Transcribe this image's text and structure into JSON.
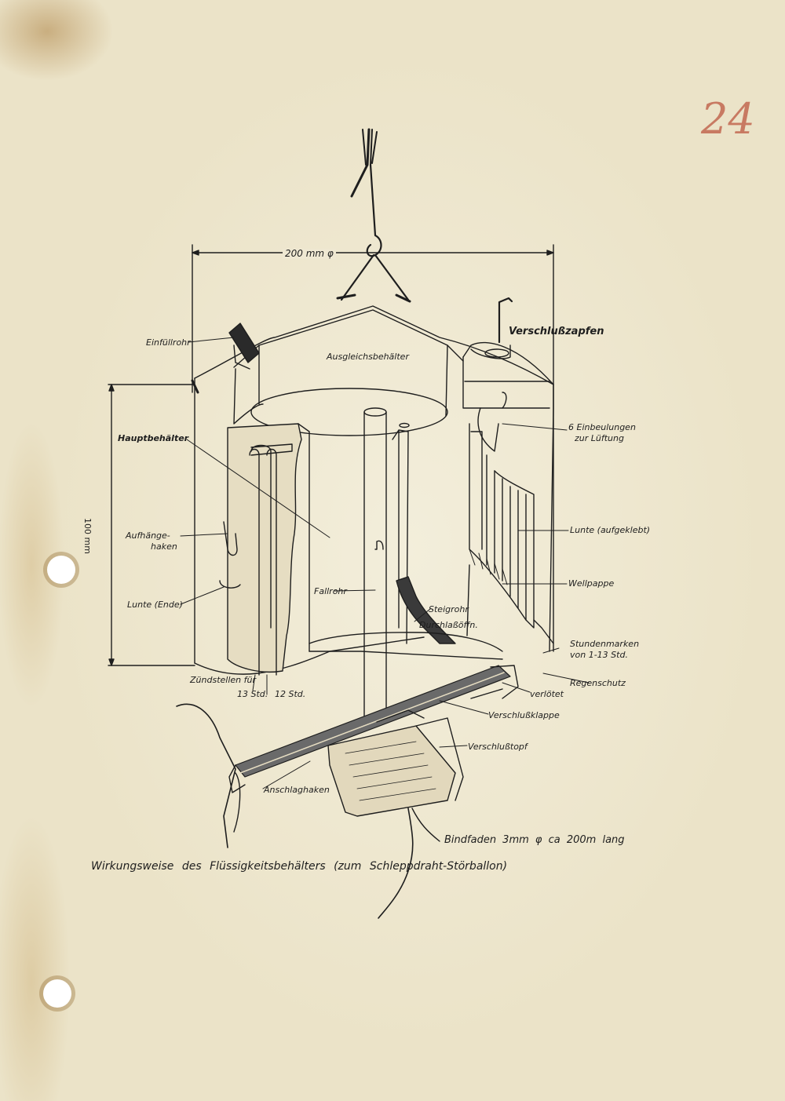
{
  "page_number": "24",
  "dimensions": {
    "width": "200 mm φ",
    "height": "100 mm"
  },
  "labels": {
    "einfuellrohr": "Einfüllrohr",
    "ausgleichsbehaelter": "Ausgleichsbehälter",
    "verschlusszapfen": "Verschlußzapfen",
    "hauptbehaelter": "Hauptbehälter",
    "einbeulungen_1": "6 Einbeulungen",
    "einbeulungen_2": "zur Lüftung",
    "aufhaengehaken_1": "Aufhänge-",
    "aufhaengehaken_2": "haken",
    "lunte_aufgeklebt": "Lunte (aufgeklebt)",
    "wellpappe": "Wellpappe",
    "lunte_ende": "Lunte (Ende)",
    "fallrohr": "Fallrohr",
    "steigrohr": "Steigrohr",
    "durchlassoeffn": "Durchlaßöffn.",
    "stundenmarken_1": "Stundenmarken",
    "stundenmarken_2": "von 1-13 Std.",
    "zuendstellen": "Zündstellen für",
    "std13": "13 Std.",
    "std12": "12 Std.",
    "regenschutz": "Regenschutz",
    "verloetet": "verlötet",
    "verschlussklappe": "Verschlußklappe",
    "verschlusstopf": "Verschlußtopf",
    "anschlaghaken": "Anschlaghaken",
    "bindfaden": "Bindfaden  3mm φ  ca 200m lang"
  },
  "caption": "Wirkungsweise des Flüssigkeitsbehälters (zum Schleppdraht-Störballon)",
  "colors": {
    "paper": "#efe8d2",
    "ink": "#1e1e1e",
    "pencil": "#c87a62"
  }
}
